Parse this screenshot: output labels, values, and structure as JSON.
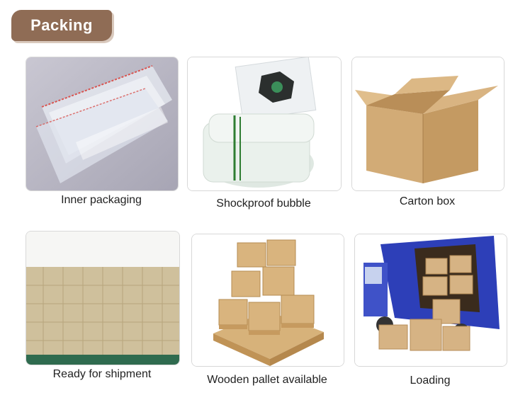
{
  "header": {
    "title": "Packing"
  },
  "colors": {
    "badge": "#8f6c55",
    "cardBorder": "#d8d8d8",
    "carton": "#d6b27f"
  },
  "items": [
    {
      "label": "Inner packaging",
      "icon": "clear-bag-icon"
    },
    {
      "label": "Shockproof bubble",
      "icon": "bubble-wrap-icon"
    },
    {
      "label": "Carton box",
      "icon": "open-carton-icon"
    },
    {
      "label": "Ready for shipment",
      "icon": "stacked-cartons-icon"
    },
    {
      "label": "Wooden pallet available",
      "icon": "pallet-icon"
    },
    {
      "label": "Loading",
      "icon": "truck-icon"
    }
  ]
}
